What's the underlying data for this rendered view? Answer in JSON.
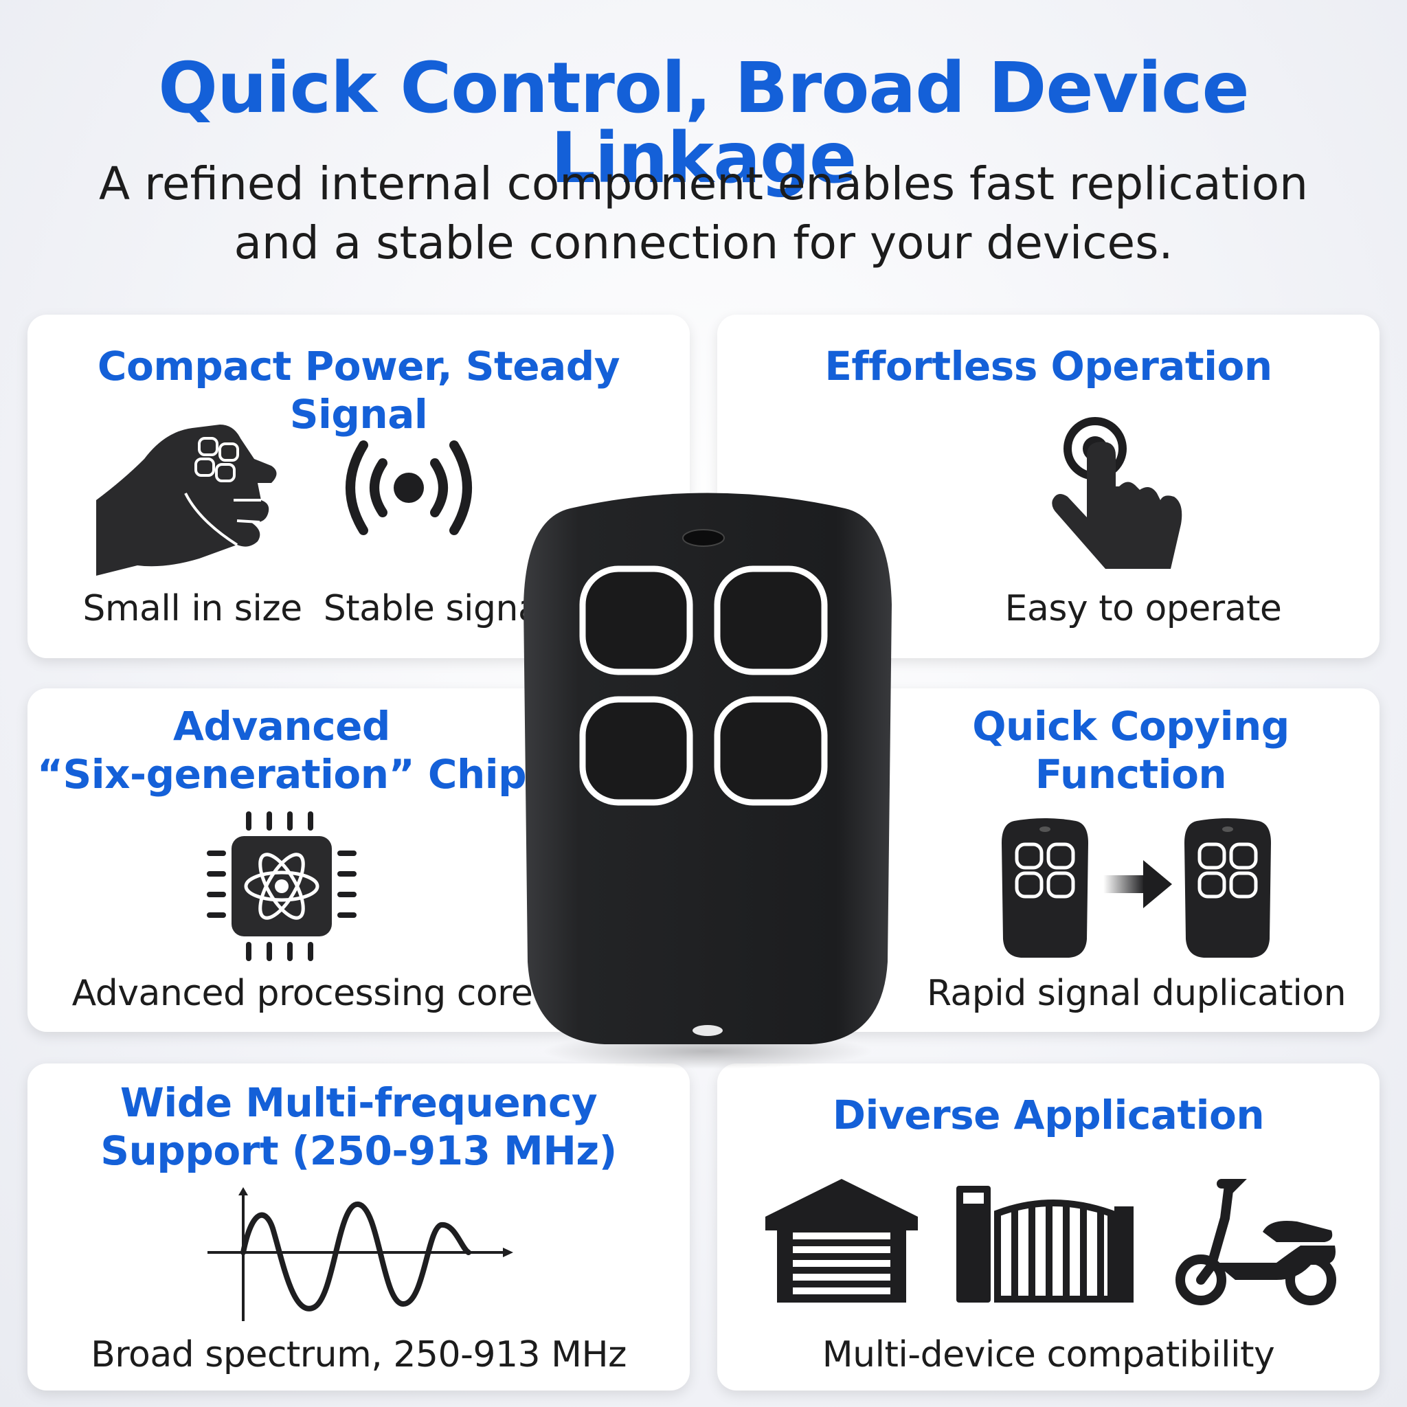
{
  "header": {
    "title": "Quick Control, Broad Device Linkage",
    "subtitle_line1": "A refined internal component enables fast replication",
    "subtitle_line2": "and a stable connection for your devices."
  },
  "cards": {
    "compact": {
      "title": "Compact Power, Steady Signal",
      "caption_left": "Small in size",
      "caption_right": "Stable signal",
      "icons": [
        "hand-holding-remote-icon",
        "signal-broadcast-icon"
      ]
    },
    "effortless": {
      "title": "Effortless Operation",
      "caption": "Easy to operate",
      "icons": [
        "finger-tap-icon"
      ]
    },
    "chip": {
      "title_line1": "Advanced",
      "title_line2": "“Six-generation” Chip",
      "caption": "Advanced processing core",
      "icons": [
        "processor-chip-icon"
      ]
    },
    "copying": {
      "title_line1": "Quick Copying",
      "title_line2": "Function",
      "caption": "Rapid signal duplication",
      "icons": [
        "remote-icon",
        "arrow-right-icon",
        "remote-icon"
      ]
    },
    "frequency": {
      "title_line1": "Wide Multi-frequency",
      "title_line2": "Support (250-913 MHz)",
      "caption": "Broad spectrum, 250-913 MHz",
      "icons": [
        "sine-wave-icon"
      ]
    },
    "application": {
      "title": "Diverse Application",
      "caption": "Multi-device compatibility",
      "icons": [
        "garage-door-icon",
        "gate-icon",
        "scooter-icon"
      ]
    }
  },
  "colors": {
    "accent_blue": "#1460d8",
    "text_dark": "#1c1c1c",
    "remote_body": "#1e1f21"
  }
}
